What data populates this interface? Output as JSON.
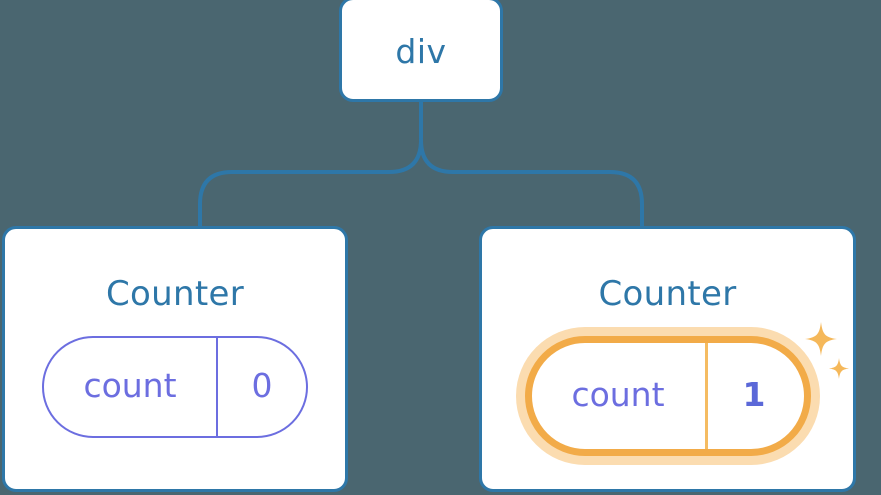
{
  "diagram": {
    "type": "component-tree",
    "background_color": "#4a6670",
    "accent_colors": {
      "node_border": "#2e77a8",
      "node_title": "#2e77a8",
      "state_purple": "#6c6ee0",
      "highlight_orange": "#f2ab48",
      "highlight_glow": "#fbdcb0",
      "value_bold": "#5b68d8"
    },
    "root": {
      "label": "div"
    },
    "children": [
      {
        "title": "Counter",
        "state": {
          "key": "count",
          "value": "0"
        },
        "highlighted": false,
        "sparkle": false
      },
      {
        "title": "Counter",
        "state": {
          "key": "count",
          "value": "1"
        },
        "highlighted": true,
        "sparkle": true
      }
    ],
    "icons": {
      "sparkle_large": "sparkle-star-icon",
      "sparkle_small": "sparkle-star-small-icon"
    }
  }
}
